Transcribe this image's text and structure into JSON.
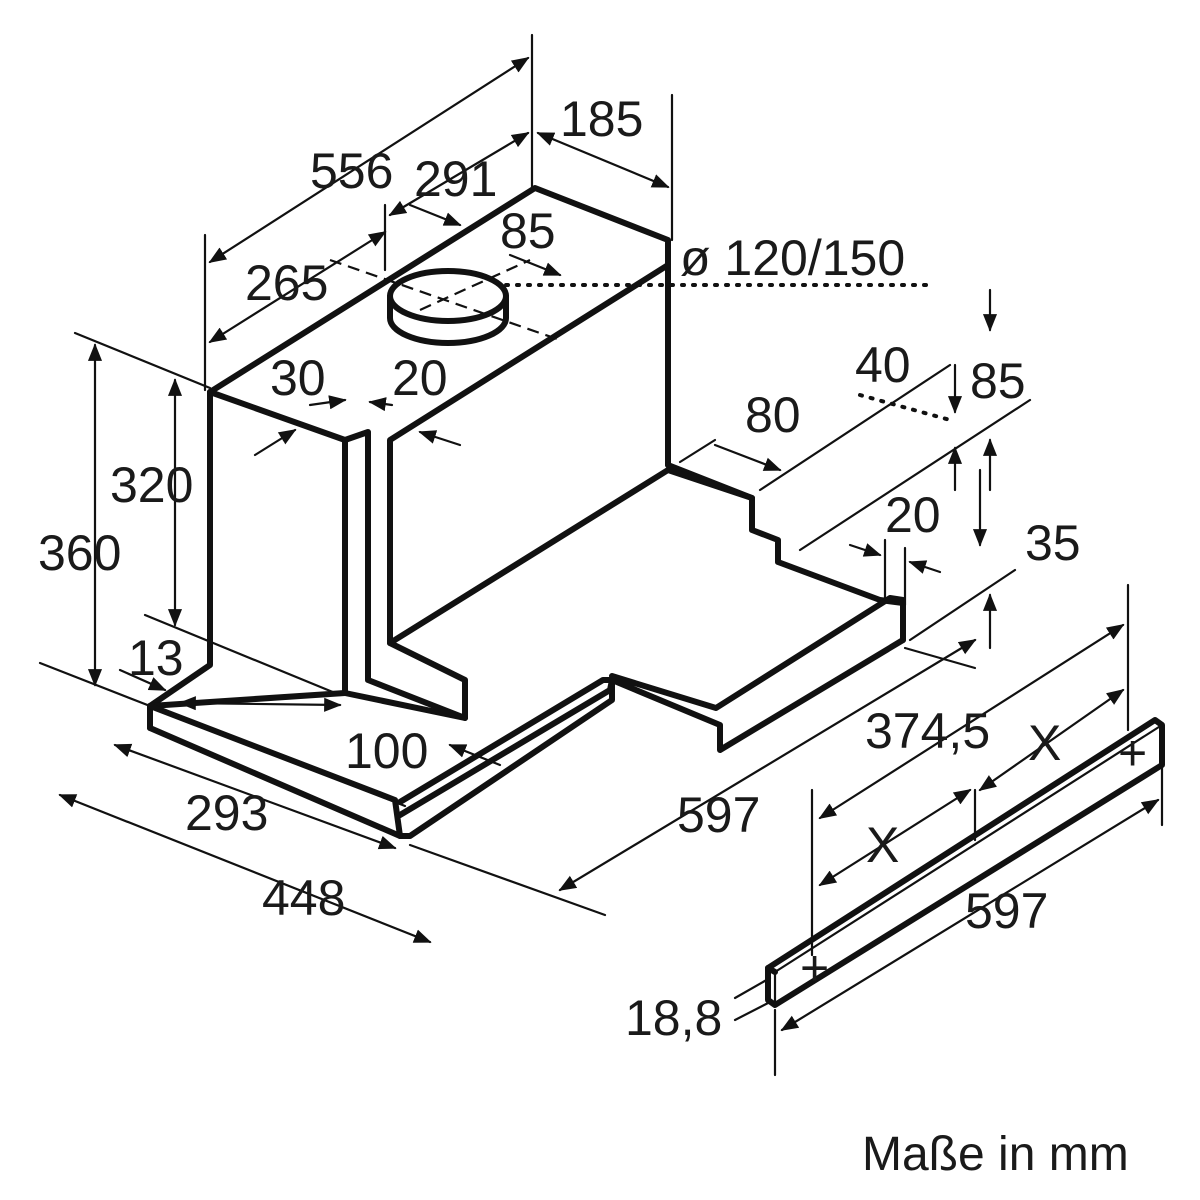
{
  "drawing": {
    "unit_note": "Maße in mm",
    "dimensions": {
      "total_depth": "556",
      "duct_top_depth": "291",
      "duct_front_depth": "265",
      "side_offset": "185",
      "duct_offset": "85",
      "duct_diameter": "ø 120/150",
      "chimney_width": "30",
      "chimney_offset": "20",
      "height_outer": "360",
      "height_inner": "320",
      "frame_thickness": "13",
      "bottom_inset": "100",
      "base_depth": "293",
      "overall_depth": "448",
      "overall_width": "597",
      "step_depth": "80",
      "step_offset": "40",
      "upper_gap": "85",
      "lower_gap": "20",
      "front_gap": "35",
      "panel_distance": "374,5",
      "panel_x_upper": "X",
      "panel_x_lower": "X",
      "panel_width": "597",
      "panel_height": "18,8"
    }
  }
}
